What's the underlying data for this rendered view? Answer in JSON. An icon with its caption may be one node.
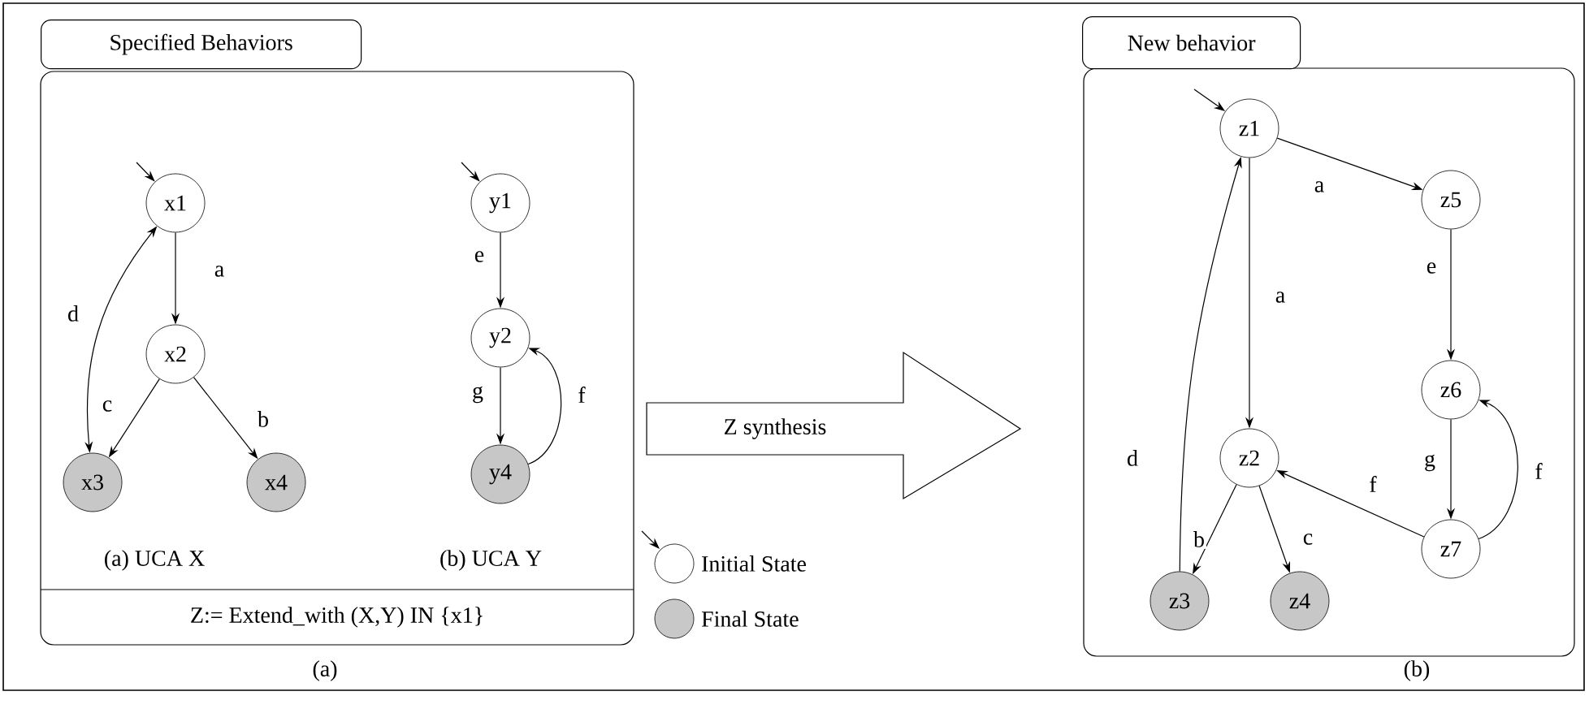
{
  "diagram": {
    "nodes": [
      {
        "text": [
          "Specified Behaviors"
        ],
        "beside": [
          "(a)"
        ]
      },
      {
        "text": [
          "x1"
        ],
        "in": 0
      },
      {
        "text": [
          "x2"
        ],
        "in": 0
      },
      {
        "text": [
          "x3"
        ],
        "in": 0
      },
      {
        "text": [
          "x4"
        ],
        "in": 0
      },
      {
        "text": [
          "y1"
        ],
        "in": 0
      },
      {
        "text": [
          "y2"
        ],
        "in": 0
      },
      {
        "text": [
          "y4"
        ],
        "in": 0
      },
      {
        "text": [
          "Z:= Extend_with (X,Y) IN {x1}"
        ],
        "in": 0
      },
      {
        "text": [
          "Z synthesis"
        ]
      },
      {
        "text": [
          "New behavior"
        ],
        "beside": [
          "(b)"
        ]
      },
      {
        "text": [
          "z1"
        ],
        "in": 10
      },
      {
        "text": [
          "z5"
        ],
        "in": 10
      },
      {
        "text": [
          "z2"
        ],
        "in": 10
      },
      {
        "text": [
          "z6"
        ],
        "in": 10
      },
      {
        "text": [
          "z7"
        ],
        "in": 10
      },
      {
        "text": [
          "z3"
        ],
        "in": 10
      },
      {
        "text": [
          "z4"
        ],
        "in": 10
      }
    ],
    "edges": [
      {
        "from": null,
        "to": 1,
        "arrow": "to"
      },
      {
        "from": 1,
        "to": 2,
        "label": "a",
        "arrow": "to"
      },
      {
        "from": 2,
        "to": 3,
        "label": "c",
        "arrow": "to"
      },
      {
        "from": 2,
        "to": 4,
        "label": "b",
        "arrow": "to"
      },
      {
        "from": 3,
        "to": 1,
        "label": "d",
        "arrow": "both"
      },
      {
        "from": null,
        "to": 5,
        "arrow": "to"
      },
      {
        "from": 5,
        "to": 6,
        "label": "e",
        "arrow": "to"
      },
      {
        "from": 6,
        "to": 7,
        "label": "g",
        "arrow": "to"
      },
      {
        "from": 7,
        "to": 6,
        "label": "f",
        "arrow": "to"
      },
      {
        "from": null,
        "to": 11,
        "arrow": "to"
      },
      {
        "from": 11,
        "to": 12,
        "label": "a",
        "arrow": "to"
      },
      {
        "from": 11,
        "to": 13,
        "label": "a",
        "arrow": "to"
      },
      {
        "from": 12,
        "to": 14,
        "label": "e",
        "arrow": "to"
      },
      {
        "from": 14,
        "to": 15,
        "label": "g",
        "arrow": "to"
      },
      {
        "from": 15,
        "to": 14,
        "label": "f",
        "arrow": "to"
      },
      {
        "from": 15,
        "to": 13,
        "label": "f",
        "arrow": "to"
      },
      {
        "from": 13,
        "to": 16,
        "label": "b",
        "arrow": "to"
      },
      {
        "from": 13,
        "to": 17,
        "label": "c",
        "arrow": "to"
      },
      {
        "from": 16,
        "to": 11,
        "label": "d",
        "arrow": "to"
      }
    ],
    "labels": [
      "(a)  UCA X",
      "(b) UCA  Y"
    ],
    "legend": [
      {
        "text": "Initial State"
      },
      {
        "text": "Final State",
        "color": "#c8c8c8"
      }
    ]
  }
}
